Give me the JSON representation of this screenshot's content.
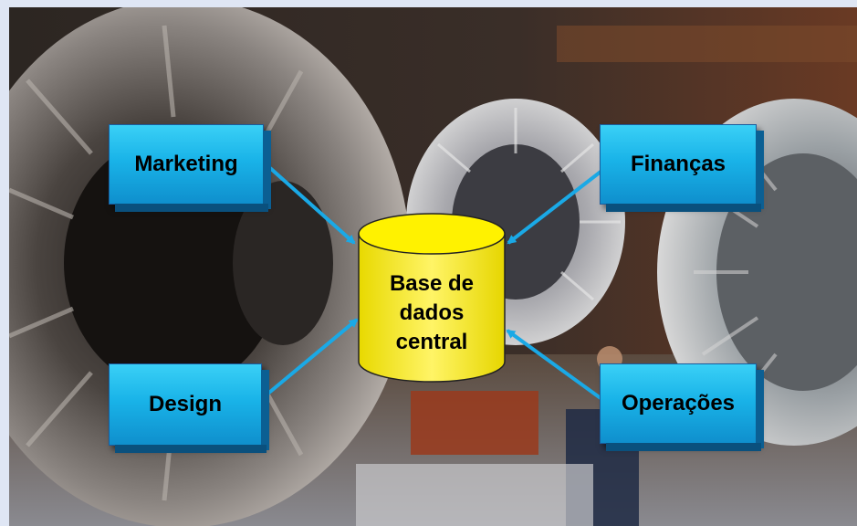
{
  "diagram": {
    "nodes": {
      "marketing": "Marketing",
      "financas": "Finanças",
      "design": "Design",
      "operacoes": "Operações"
    },
    "center": {
      "line1": "Base de",
      "line2": "dados",
      "line3": "central"
    }
  },
  "colors": {
    "box_fill": "#19b3e8",
    "database_fill": "#fff200",
    "arrow": "#1aa9e6",
    "background": "#dfe6f4"
  }
}
